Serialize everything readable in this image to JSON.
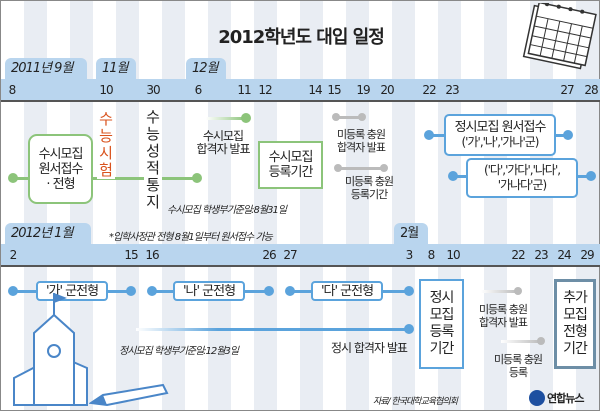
{
  "title": "2012학년도 대입 일정",
  "colors": {
    "date_bar": "#b9d5ee",
    "susi": "#8cc47a",
    "jeongsi": "#5ba3dc",
    "gray": "#bbbbbb",
    "exam_red": "#d9531e"
  },
  "row1": {
    "months": [
      "2011년 9월",
      "11월",
      "12월"
    ],
    "days": [
      "8",
      "10",
      "30",
      "6",
      "11",
      "12",
      "14",
      "15",
      "19",
      "20",
      "22",
      "23",
      "27",
      "28"
    ]
  },
  "row2": {
    "months": [
      "2012년 1월",
      "2월"
    ],
    "days": [
      "2",
      "15",
      "16",
      "26",
      "27",
      "3",
      "8",
      "10",
      "22",
      "23",
      "24",
      "29"
    ]
  },
  "susi": {
    "apply": [
      "수시모집",
      "원서접수",
      "· 전형"
    ],
    "exam": [
      "수",
      "능",
      "시",
      "험"
    ],
    "score": [
      "수",
      "능",
      "성",
      "적",
      "통",
      "지"
    ],
    "pass": [
      "수시모집",
      "합격자 발표"
    ],
    "register": [
      "수시모집",
      "등록기간"
    ],
    "record_date": "수시모집 학생부기준일:8월31일",
    "extra_pass": [
      "미등록 충원",
      "합격자 발표"
    ],
    "extra_register": [
      "미등록 충원",
      "등록기간"
    ],
    "note": "*입학사정관 전형 8월1일부터 원서접수 가능"
  },
  "jeongsi_apply": {
    "box1": [
      "정시모집 원서접수",
      "('가','나','가나'군)"
    ],
    "box2": [
      "('다','가다','나다',",
      "'가나다'군)"
    ]
  },
  "jeongsi": {
    "ga": "'가' 군전형",
    "na": "'나' 군전형",
    "da": "'다' 군전형",
    "record_date": "정시모집 학생부기준일:12월3일",
    "pass": "정시 합격자 발표",
    "register": [
      "정시",
      "모집",
      "등록",
      "기간"
    ],
    "extra_pass": [
      "미등록 충원",
      "합격자 발표"
    ],
    "extra_register": [
      "미등록 충원",
      "등록"
    ],
    "additional": [
      "추가",
      "모집",
      "전형",
      "기간"
    ]
  },
  "source": "자료/ 한국대학교육협의회",
  "logo": "연합뉴스"
}
